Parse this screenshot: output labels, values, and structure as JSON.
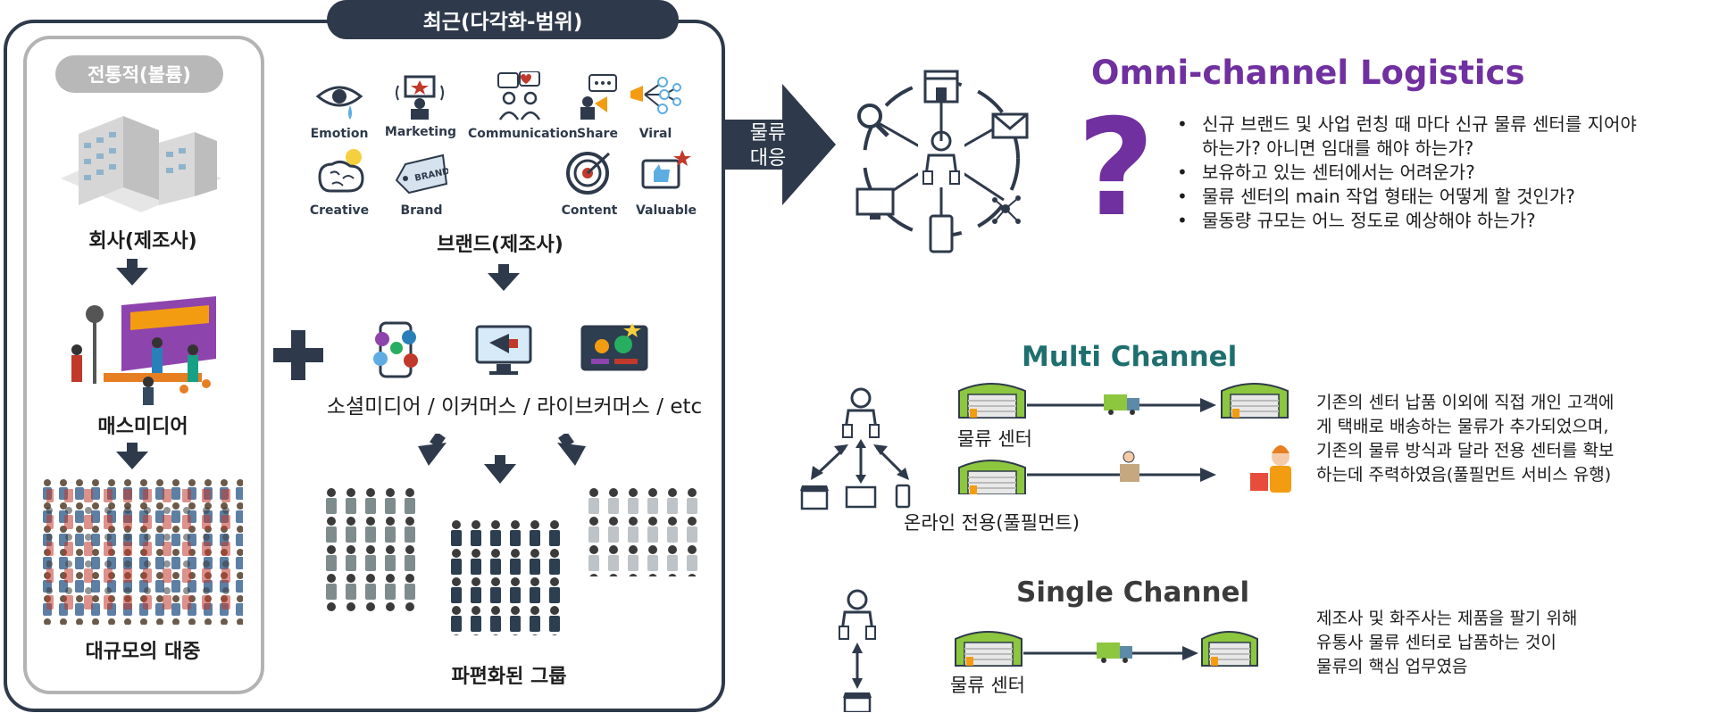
{
  "recent_label": "최근(다각화-범위)",
  "traditional_label": "전통적(볼륨)",
  "left_column": {
    "company": "회사(제조사)",
    "mass_media": "매스미디어",
    "mass_public": "대규모의 대중"
  },
  "brand_icons": [
    "Emotion",
    "Marketing",
    "Communication",
    "Share",
    "Viral",
    "Creative",
    "Brand",
    "Content",
    "Valuable"
  ],
  "brand_label": "브랜드(제조사)",
  "channels_label": "소셜미디어 / 이커머스 / 라이브커머스 / etc",
  "fragmented_label": "파편화된 그룹",
  "logistics_arrow": {
    "line1": "물류",
    "line2": "대응"
  },
  "omni": {
    "title": "Omni-channel Logistics",
    "question_mark": "?",
    "bullets": [
      "신규 브랜드 및 사업 런칭 때 마다 신규 물류 센터를 지어야",
      "하는가? 아니면 임대를 해야 하는가?",
      "보유하고 있는 센터에서는 어려운가?",
      "물류 센터의 main 작업 형태는 어떻게 할 것인가?",
      "물동량 규모는 어느 정도로 예상해야 하는가?"
    ]
  },
  "multi": {
    "title": "Multi Channel",
    "center_label": "물류 센터",
    "online_label": "온라인 전용(풀필먼트)",
    "desc": [
      "기존의 센터 납품 이외에 직접 개인 고객에",
      "게 택배로 배송하는 물류가 추가되었으며,",
      "기존의 물류 방식과 달라 전용 센터를 확보",
      "하는데 주력하였음(풀필먼트 서비스 유행)"
    ]
  },
  "single": {
    "title": "Single Channel",
    "center_label": "물류 센터",
    "desc": [
      "제조사 및 화주사는 제품을 팔기 위해",
      "유통사 물류 센터로 납품하는 것이",
      "물류의 핵심 업무였음"
    ]
  },
  "colors": {
    "navy": "#2e3a4b",
    "gray": "#b3b3b3",
    "purple": "#7030a0",
    "teal": "#1f6f6f",
    "green": "#8dc63f"
  }
}
